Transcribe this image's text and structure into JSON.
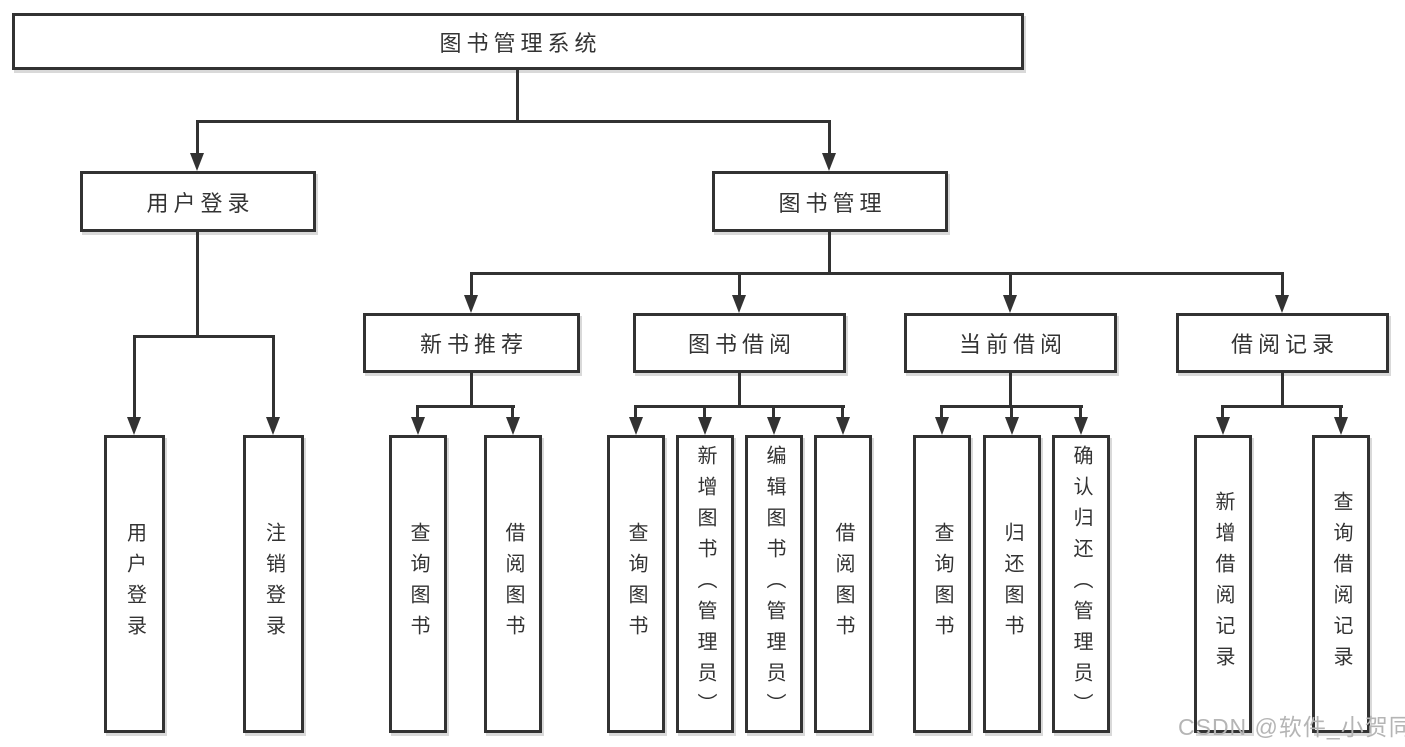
{
  "tree": {
    "label": "图书管理系统",
    "children": [
      {
        "label": "用户登录",
        "children": [
          {
            "label": "用户登录"
          },
          {
            "label": "注销登录"
          }
        ]
      },
      {
        "label": "图书管理",
        "children": [
          {
            "label": "新书推荐",
            "children": [
              {
                "label": "查询图书"
              },
              {
                "label": "借阅图书"
              }
            ]
          },
          {
            "label": "图书借阅",
            "children": [
              {
                "label": "查询图书"
              },
              {
                "label": "新增图书（管理员）"
              },
              {
                "label": "编辑图书（管理员）"
              },
              {
                "label": "借阅图书"
              }
            ]
          },
          {
            "label": "当前借阅",
            "children": [
              {
                "label": "查询图书"
              },
              {
                "label": "归还图书"
              },
              {
                "label": "确认归还（管理员）"
              }
            ]
          },
          {
            "label": "借阅记录",
            "children": [
              {
                "label": "新增借阅记录"
              },
              {
                "label": "查询借阅记录"
              }
            ]
          }
        ]
      }
    ]
  },
  "watermark": {
    "text": "CSDN @软件_小贺同学"
  },
  "colors": {
    "line": "#323232",
    "box_border": "#323232",
    "box_fill": "#ffffff",
    "text": "#333333",
    "watermark": "#b5b5b5",
    "background": "#ffffff"
  }
}
